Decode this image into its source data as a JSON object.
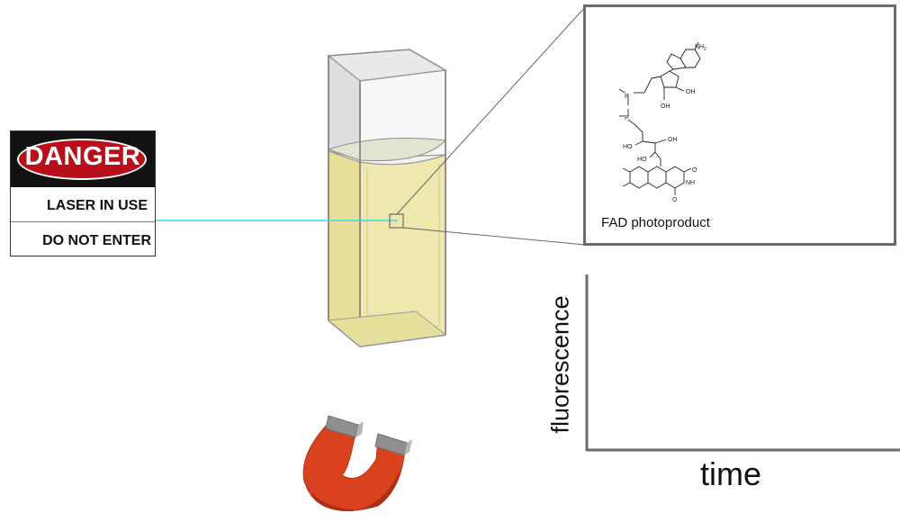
{
  "sign": {
    "header": "DANGER",
    "line1": "LASER IN USE",
    "line2": "DO NOT ENTER"
  },
  "zoom": {
    "caption": "FAD photoproduct"
  },
  "molecule": {
    "nh2": "NH",
    "nh2_sub": "2",
    "oh1": "OH",
    "oh2": "OH",
    "ho1": "HO",
    "oh3": "OH",
    "ho2": "HO",
    "nh": "NH",
    "o1": "O",
    "o2": "O",
    "p1": "P",
    "p2": "P"
  },
  "plot": {
    "ylabel": "fluorescence",
    "xlabel": "time"
  },
  "colors": {
    "laser": "#3fd9ea",
    "solution": "#eee7ad",
    "magnet_red": "#d9411f",
    "magnet_tip": "#8f8f8f",
    "danger_red": "#b80f1a",
    "frame": "#6b6b6b"
  },
  "icons": [
    "laser-spark-icon",
    "magnet-icon",
    "cuvette-icon"
  ]
}
